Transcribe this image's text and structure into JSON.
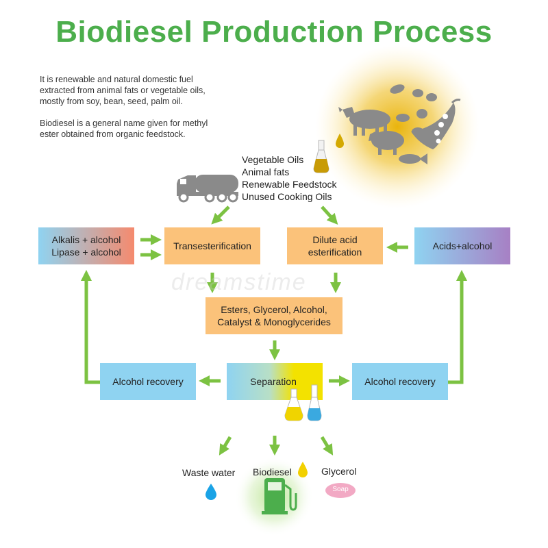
{
  "title": "Biodiesel Production Process",
  "intro": {
    "line1": "It is renewable and natural domestic fuel",
    "line2": "extracted from animal fats or vegetable oils,",
    "line3": "mostly from soy, bean, seed, palm oil.",
    "line4": "Biodiesel is a general name given for methyl",
    "line5": "ester obtained from organic feedstock."
  },
  "feedstock": [
    "Vegetable Oils",
    "Animal fats",
    "Renewable Feedstock",
    "Unused Cooking Oils"
  ],
  "nodes": {
    "alkalis": {
      "line1": "Alkalis + alcohol",
      "line2": "Lipase + alcohol"
    },
    "transesterification": "Transesterification",
    "dilute_acid": {
      "line1": "Dilute acid",
      "line2": "esterification"
    },
    "acids_alcohol": "Acids+alcohol",
    "esters": {
      "line1": "Esters, Glycerol, Alcohol,",
      "line2": "Catalyst & Monoglycerides"
    },
    "separation": "Separation",
    "alcohol_recovery_left": "Alcohol recovery",
    "alcohol_recovery_right": "Alcohol recovery"
  },
  "outputs": {
    "waste_water": "Waste water",
    "biodiesel": "Biodiesel",
    "glycerol": "Glycerol",
    "soap": "Soap"
  },
  "watermark": "dreamstime",
  "colors": {
    "title_green": "#4cae4c",
    "arrow_green": "#7cc242",
    "orange_box": "#fbc27a",
    "blue_box": "#8fd3f1",
    "purple_box": "#a780c4",
    "salmon": "#f58a6e",
    "yellow": "#f3e200",
    "icon_gray": "#8a8a8a",
    "oil_gold": "#d4a900"
  }
}
